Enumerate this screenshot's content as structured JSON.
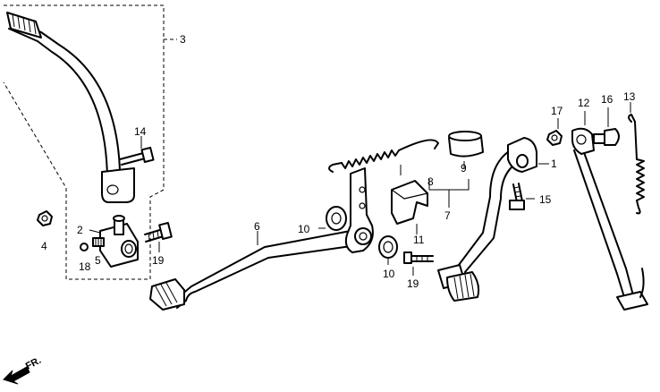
{
  "callouts": {
    "c1": "1",
    "c2": "2",
    "c3": "3",
    "c4": "4",
    "c5": "5",
    "c6": "6",
    "c7": "7",
    "c8": "8",
    "c9": "9",
    "c10a": "10",
    "c10b": "10",
    "c11": "11",
    "c12": "12",
    "c13": "13",
    "c14": "14",
    "c15": "15",
    "c16": "16",
    "c17": "17",
    "c18": "18",
    "c19a": "19",
    "c19b": "19"
  },
  "direction": {
    "label": "FR."
  }
}
